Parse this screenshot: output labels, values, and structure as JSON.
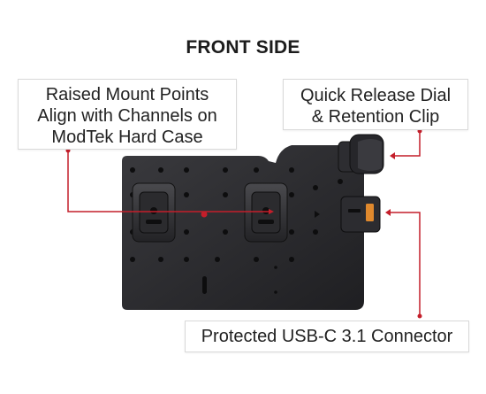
{
  "title": "FRONT SIDE",
  "callouts": {
    "mount_points": [
      "Raised Mount Points",
      "Align with Channels on",
      "ModTek Hard Case"
    ],
    "dial": [
      "Quick Release Dial",
      "& Retention Clip"
    ],
    "usb": [
      "Protected USB-C 3.1 Connector"
    ]
  },
  "colors": {
    "leader_line": "#c41e2a",
    "plate": "#2a2a2d",
    "callout_border": "#d9d9d9",
    "title": "#1c1c1c"
  },
  "icons": [
    "mount-point-icon",
    "retention-clip",
    "usb-c-port"
  ]
}
